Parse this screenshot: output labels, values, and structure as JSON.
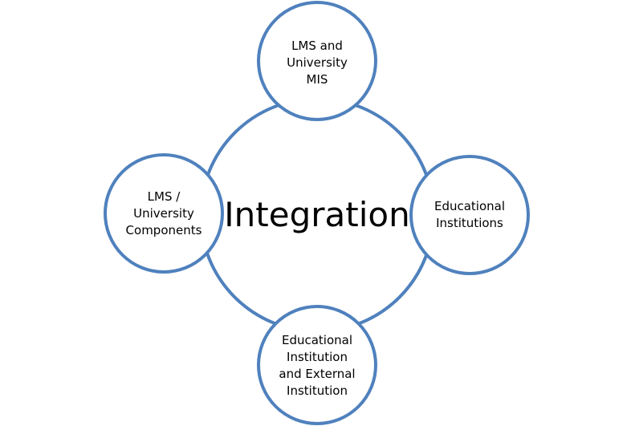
{
  "diagram": {
    "center": {
      "label": "Integration"
    },
    "nodes": [
      {
        "id": "top",
        "label": "LMS and\nUniversity\nMIS"
      },
      {
        "id": "right",
        "label": "Educational\nInstitutions"
      },
      {
        "id": "bottom",
        "label": "Educational\nInstitution\nand External\nInstitution"
      },
      {
        "id": "left",
        "label": "LMS /\nUniversity\nComponents"
      }
    ],
    "colors": {
      "stroke": "#4F81BD",
      "fill": "#FFFFFF",
      "text": "#000000"
    }
  }
}
